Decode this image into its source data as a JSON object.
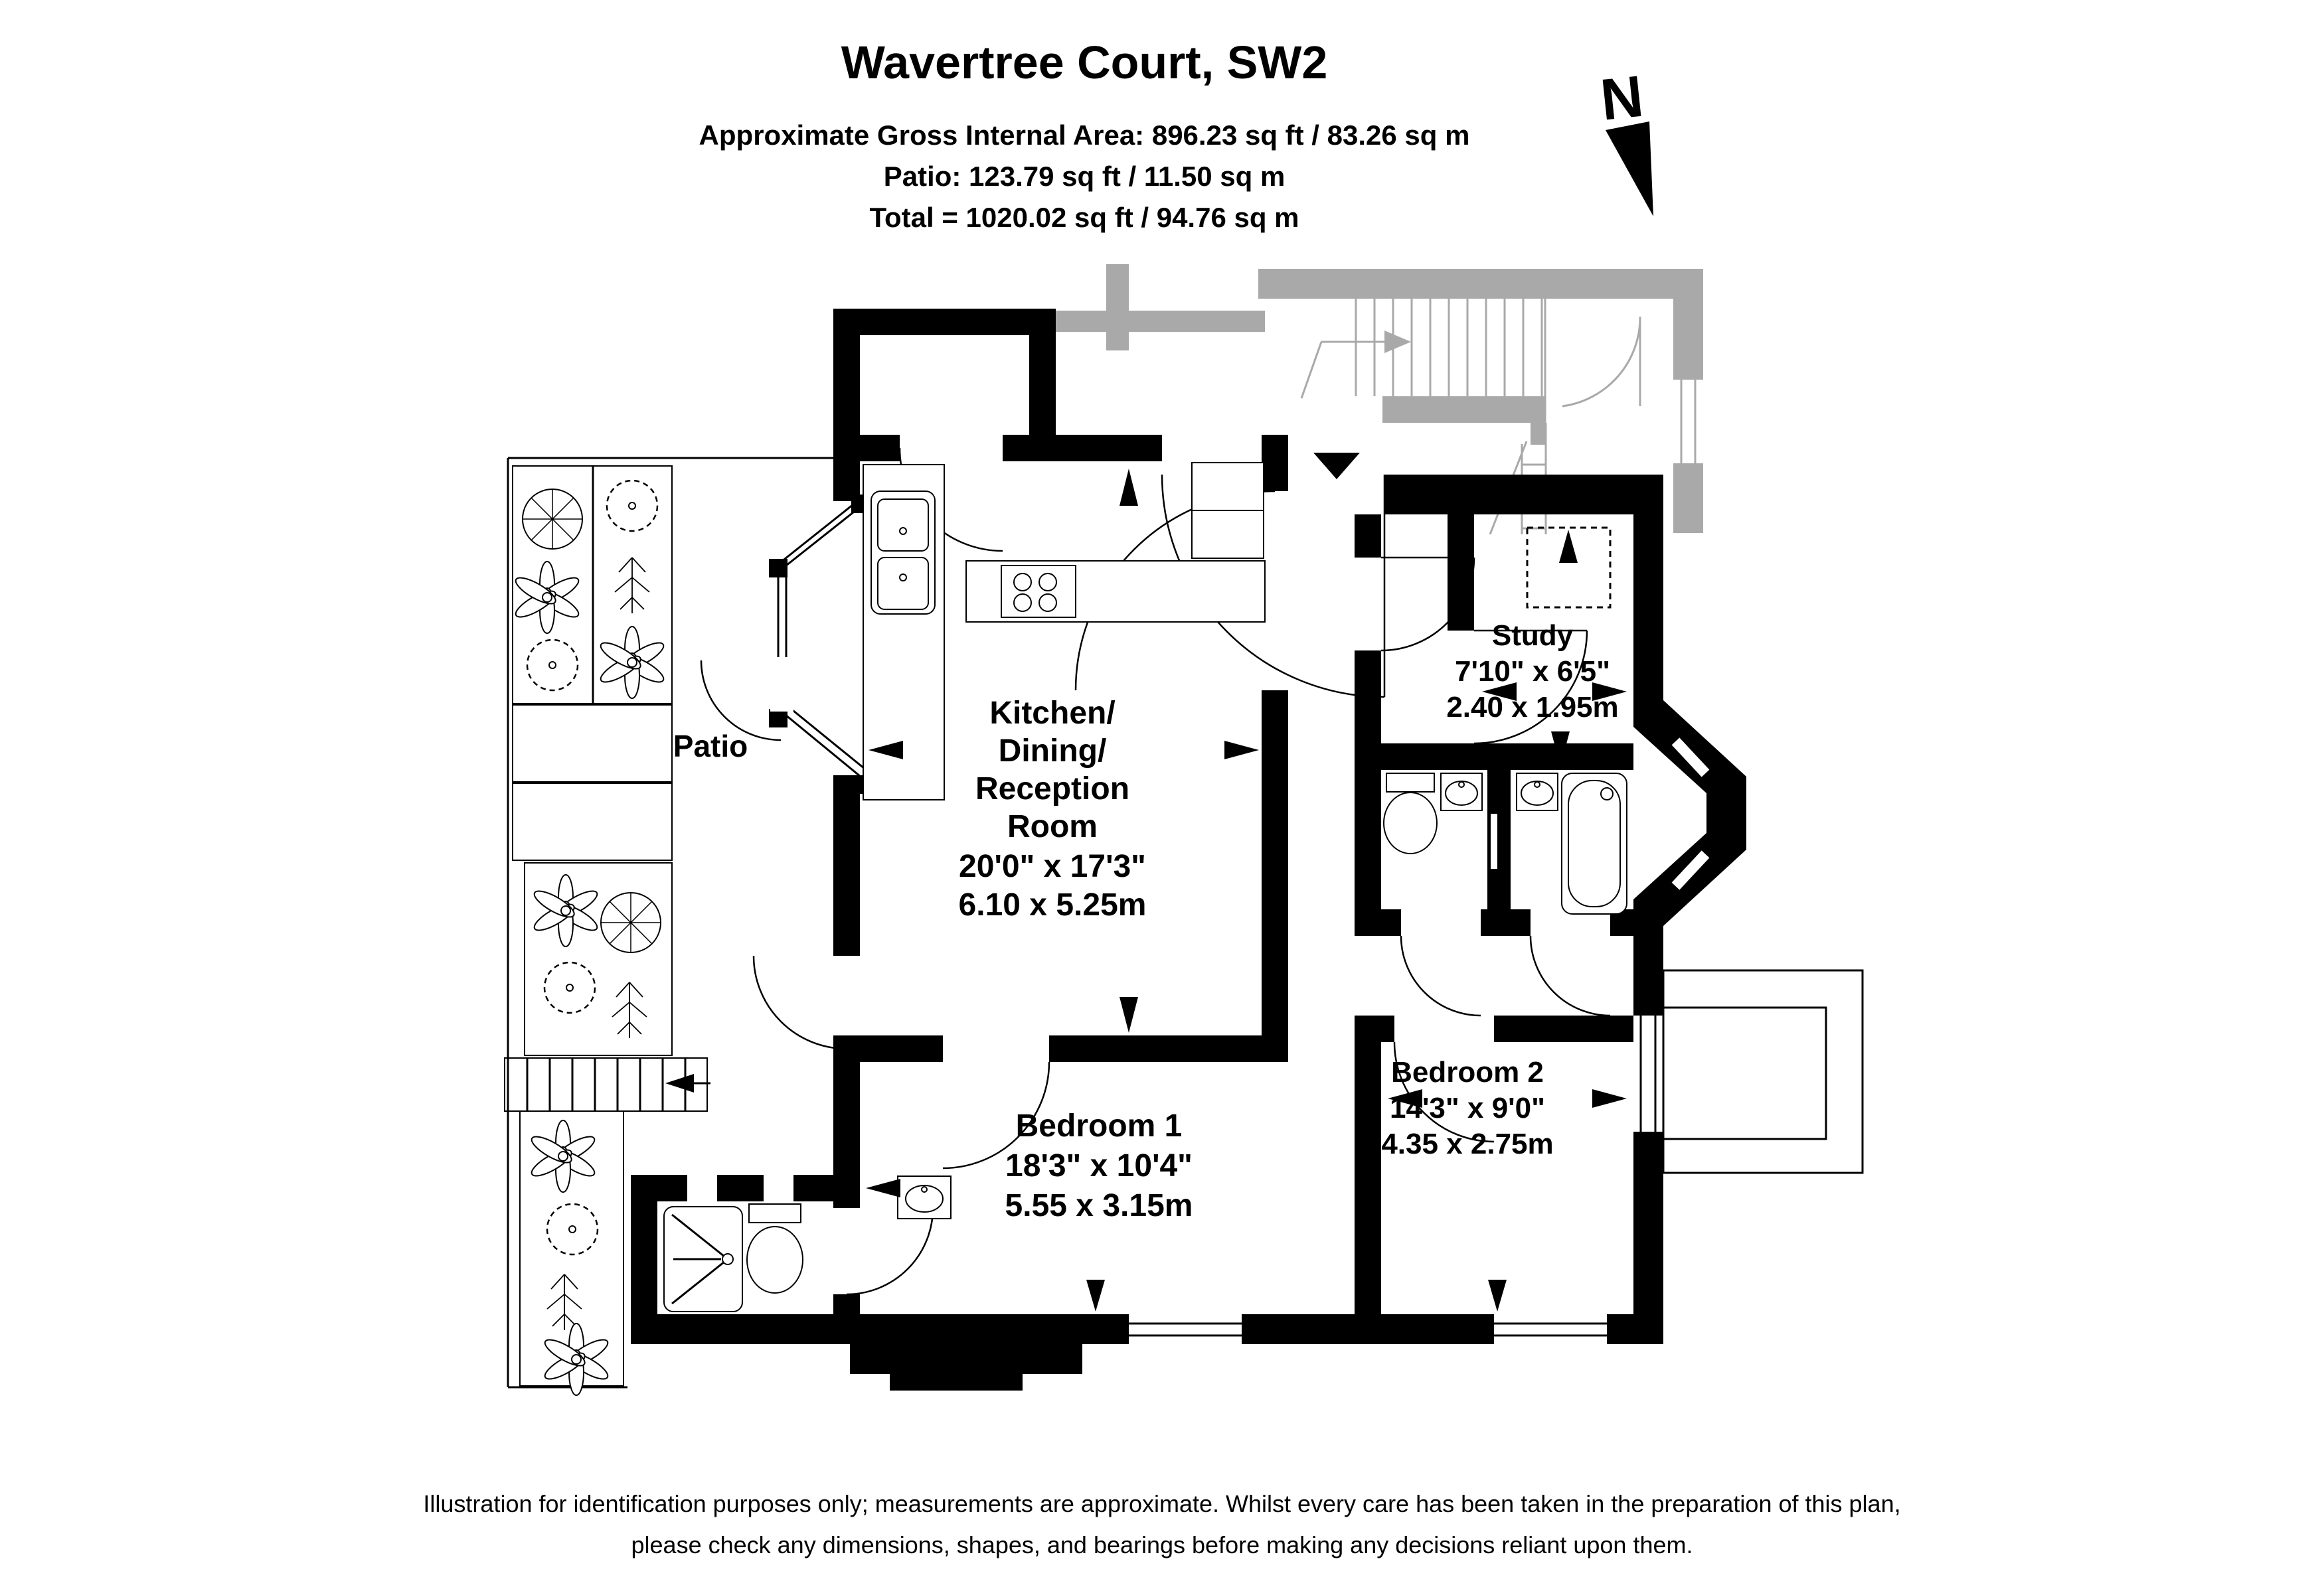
{
  "header": {
    "title": "Wavertree Court, SW2",
    "line1": "Approximate Gross Internal Area: 896.23 sq ft / 83.26 sq m",
    "line2": "Patio: 123.79 sq ft / 11.50 sq m",
    "line3": "Total = 1020.02 sq ft / 94.76 sq m"
  },
  "north": {
    "label": "N"
  },
  "rooms": {
    "kitchen": {
      "name_l1": "Kitchen/",
      "name_l2": "Dining/",
      "name_l3": "Reception",
      "name_l4": "Room",
      "imperial": "20'0\" x 17'3\"",
      "metric": "6.10 x 5.25m"
    },
    "study": {
      "name": "Study",
      "imperial": "7'10\" x 6'5\"",
      "metric": "2.40 x 1.95m"
    },
    "bedroom1": {
      "name": "Bedroom 1",
      "imperial": "18'3\" x 10'4\"",
      "metric": "5.55 x 3.15m"
    },
    "bedroom2": {
      "name": "Bedroom 2",
      "imperial": "14'3\" x 9'0\"",
      "metric": "4.35 x 2.75m"
    },
    "patio": {
      "name": "Patio"
    }
  },
  "footer": {
    "line1": "Illustration for identification purposes only; measurements are approximate. Whilst every care has been taken in the preparation of this plan,",
    "line2": "please check any dimensions, shapes, and bearings before making any decisions reliant upon them."
  },
  "colors": {
    "wall": "#000000",
    "communal": "#a9a9a9",
    "background": "#ffffff"
  }
}
